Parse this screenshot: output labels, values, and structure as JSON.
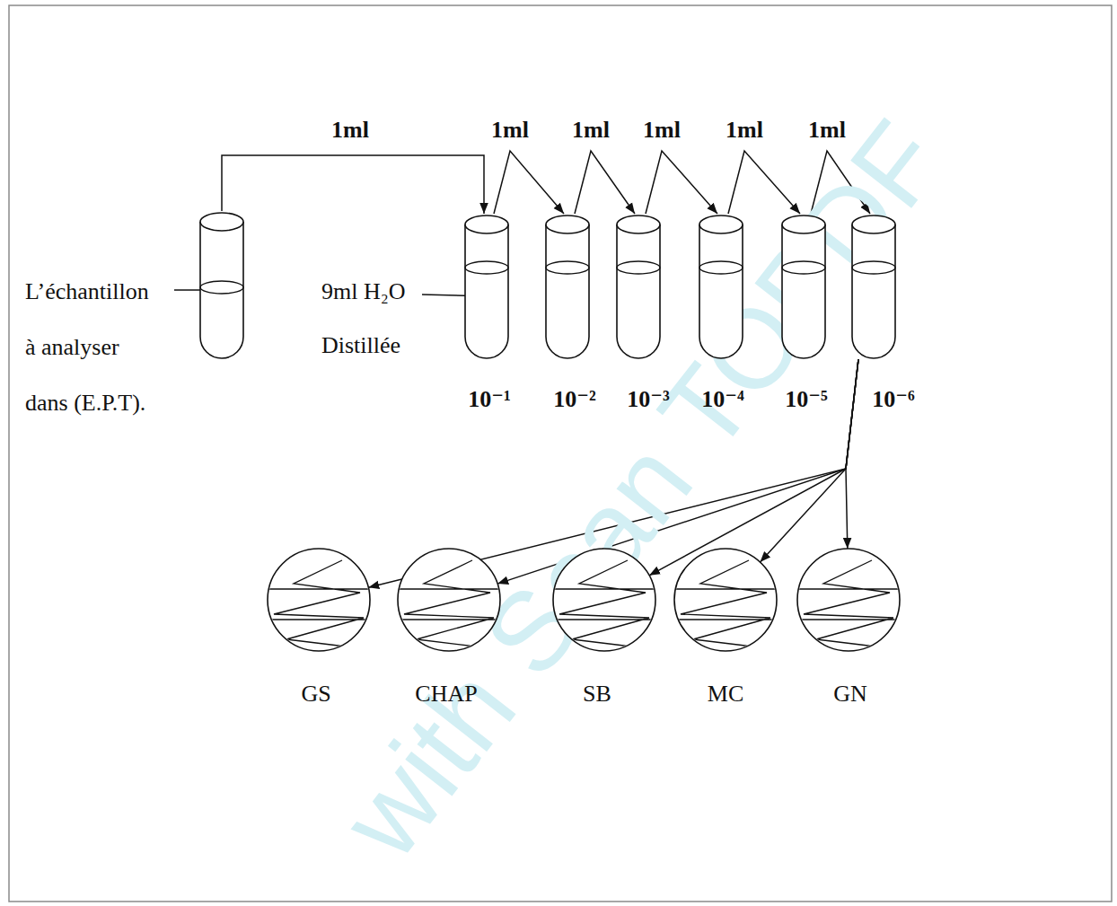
{
  "diagram": {
    "nodes": [
      {
        "text": [
          "L’échantillon à analyser dans (E.P.T)."
        ]
      },
      {
        "text": [
          "10⁻¹"
        ]
      },
      {
        "text": [
          "10⁻²"
        ]
      },
      {
        "text": [
          "10⁻³"
        ]
      },
      {
        "text": [
          "10⁻⁴"
        ]
      },
      {
        "text": [
          "10⁻⁵"
        ]
      },
      {
        "text": [
          "10⁻⁶"
        ]
      },
      {
        "text": [
          "GS"
        ]
      },
      {
        "text": [
          "CHAP"
        ]
      },
      {
        "text": [
          "SB"
        ]
      },
      {
        "text": [
          "MC"
        ]
      },
      {
        "text": [
          "GN"
        ]
      }
    ],
    "edges": [
      {
        "from": 0,
        "to": 1,
        "label": "1ml",
        "arrow": "to"
      },
      {
        "from": 1,
        "to": 2,
        "label": "1ml",
        "arrow": "to"
      },
      {
        "from": 2,
        "to": 3,
        "label": "1ml",
        "arrow": "to"
      },
      {
        "from": 3,
        "to": 4,
        "label": "1ml",
        "arrow": "to"
      },
      {
        "from": 4,
        "to": 5,
        "label": "1ml",
        "arrow": "to"
      },
      {
        "from": 5,
        "to": 6,
        "label": "1ml",
        "arrow": "to"
      },
      {
        "from": 6,
        "to": 7,
        "arrow": "to"
      },
      {
        "from": 6,
        "to": 8,
        "arrow": "to"
      },
      {
        "from": 6,
        "to": 9,
        "arrow": "to"
      },
      {
        "from": 6,
        "to": 10,
        "arrow": "to"
      },
      {
        "from": 6,
        "to": 11,
        "arrow": "to"
      }
    ],
    "labels": [
      "9ml H₂O Distillée",
      "with Scan TOPDF"
    ]
  }
}
